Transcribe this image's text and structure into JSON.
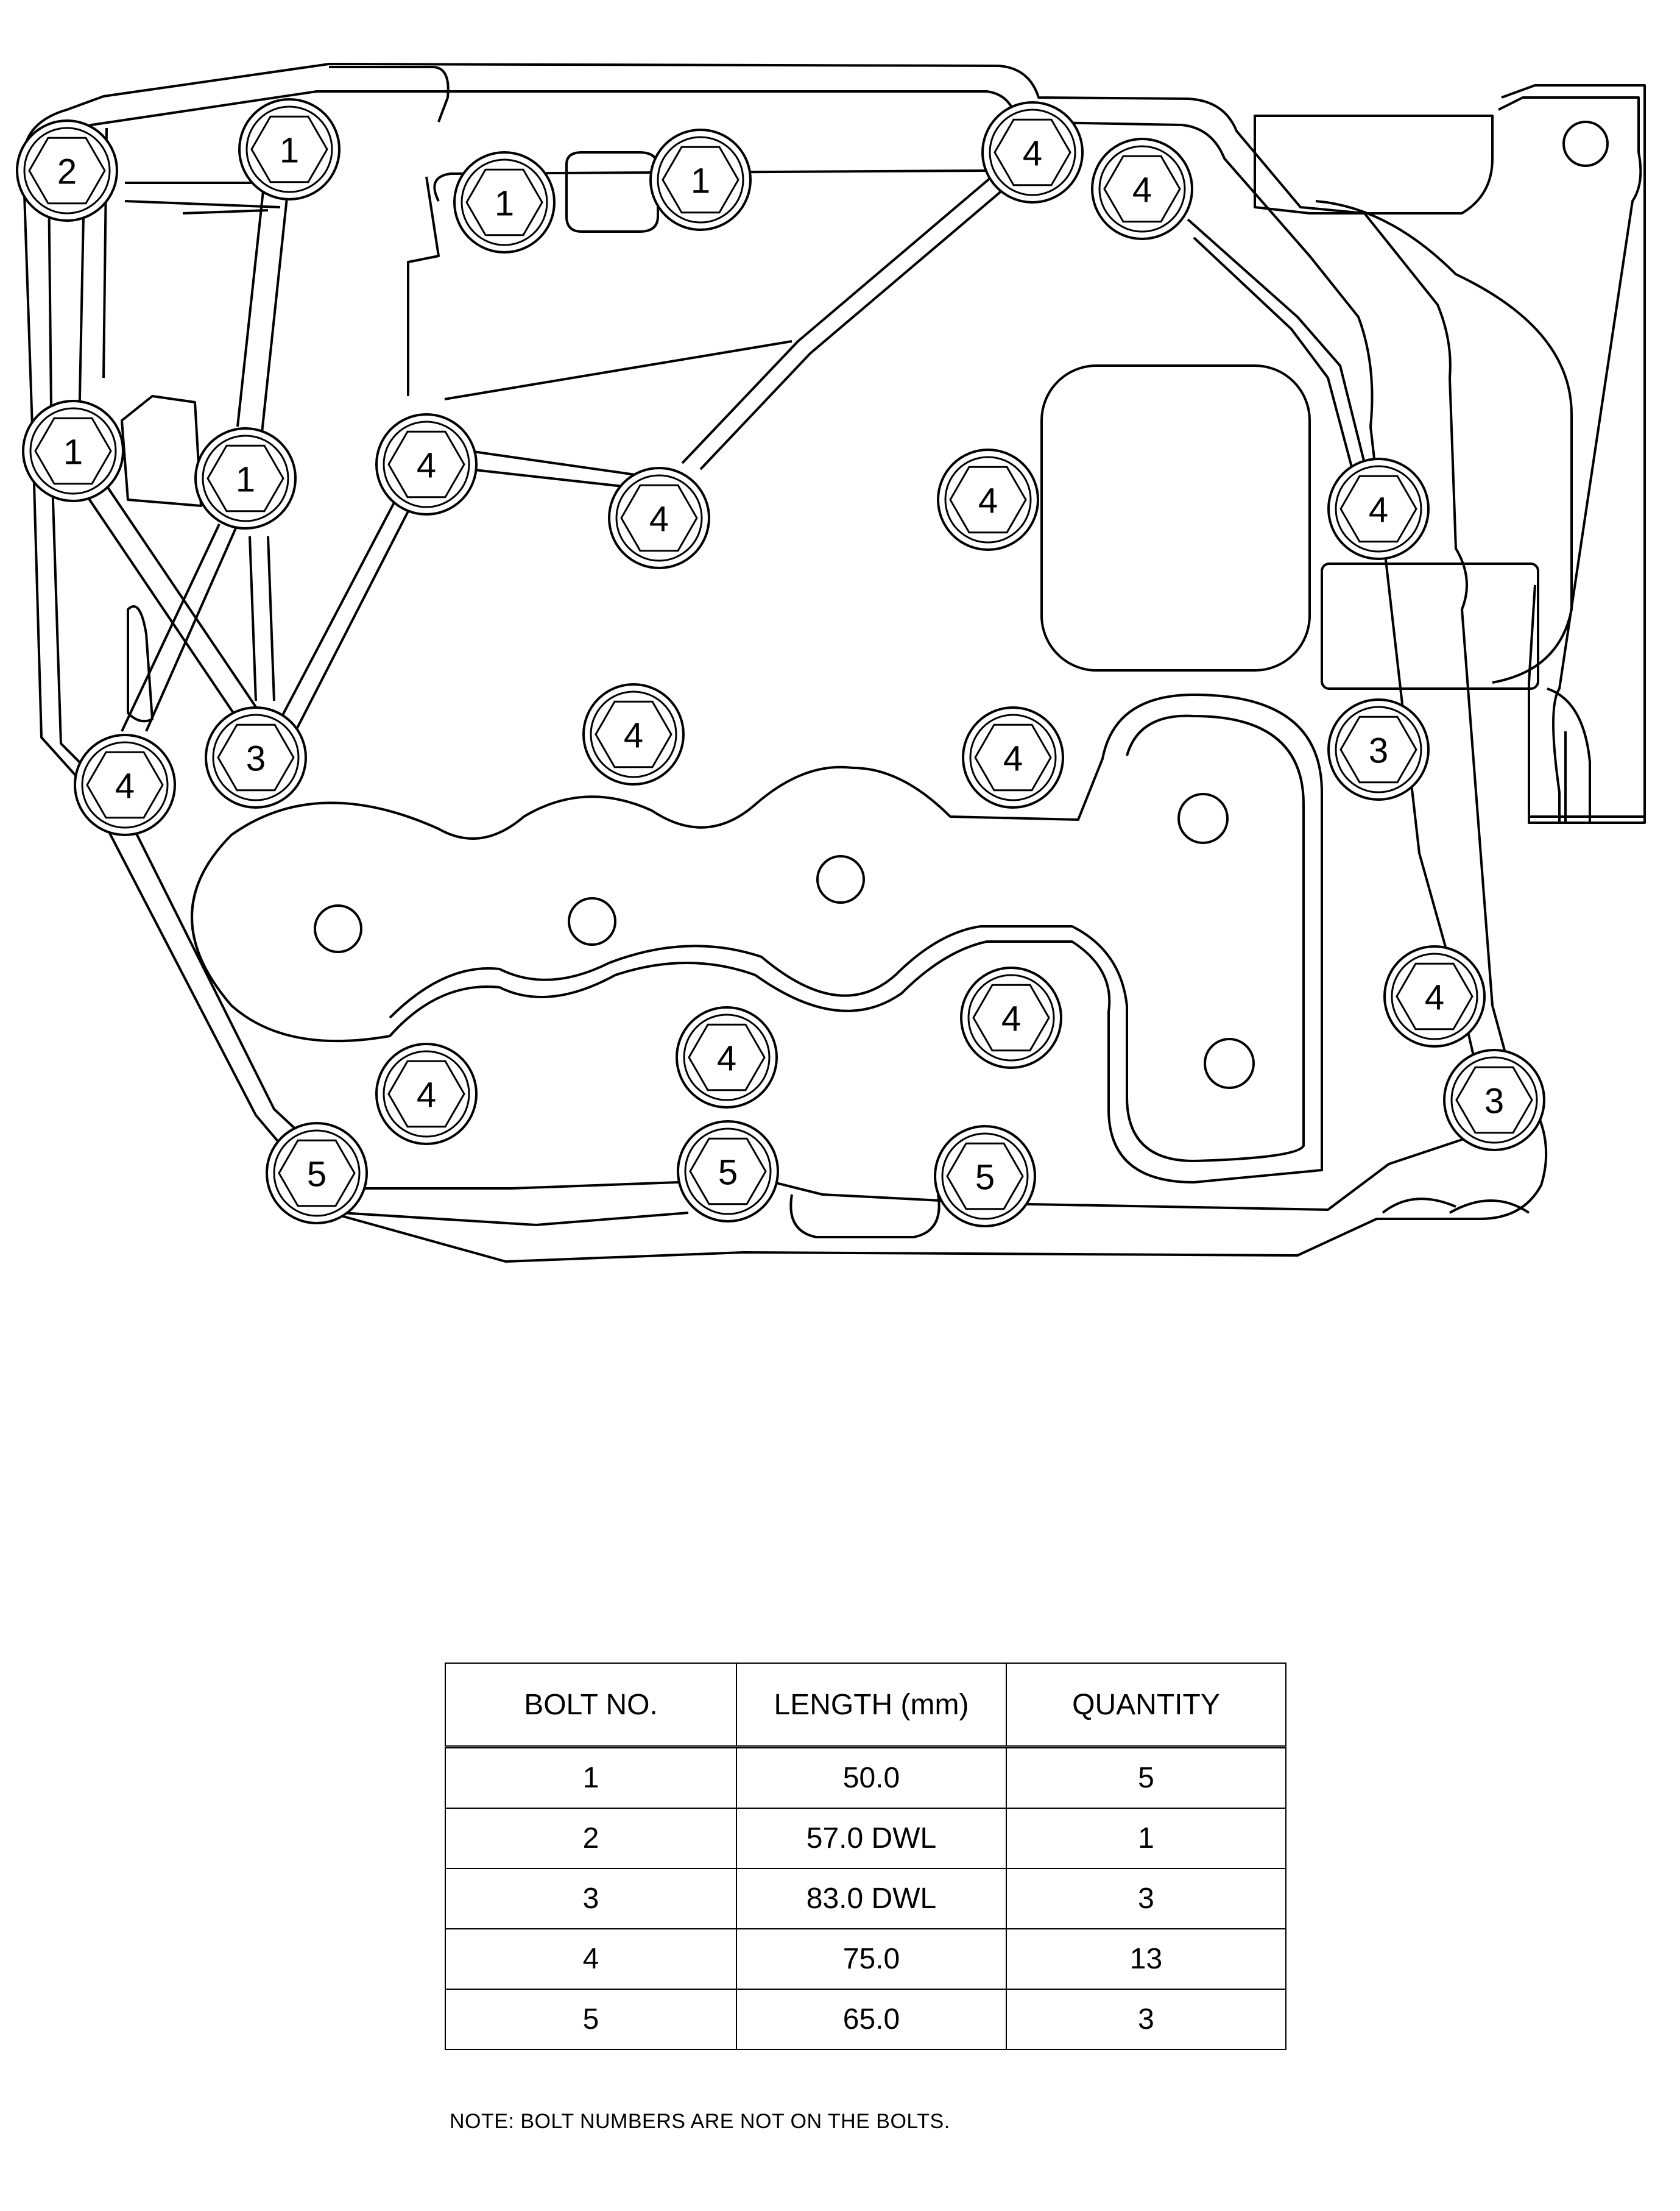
{
  "bolt_labels": [
    "2",
    "1",
    "1",
    "1",
    "4",
    "4",
    "1",
    "1",
    "4",
    "4",
    "4",
    "4",
    "4",
    "3",
    "4",
    "3",
    "4",
    "4",
    "4",
    "3",
    "4",
    "5",
    "5",
    "5",
    "4"
  ],
  "table": {
    "headers": [
      "BOLT NO.",
      "LENGTH (mm)",
      "QUANTITY"
    ],
    "rows": [
      [
        "1",
        "50.0",
        "5"
      ],
      [
        "2",
        "57.0 DWL",
        "1"
      ],
      [
        "3",
        "83.0 DWL",
        "3"
      ],
      [
        "4",
        "75.0",
        "13"
      ],
      [
        "5",
        "65.0",
        "3"
      ]
    ]
  },
  "note": "NOTE: BOLT NUMBERS ARE NOT ON THE BOLTS."
}
